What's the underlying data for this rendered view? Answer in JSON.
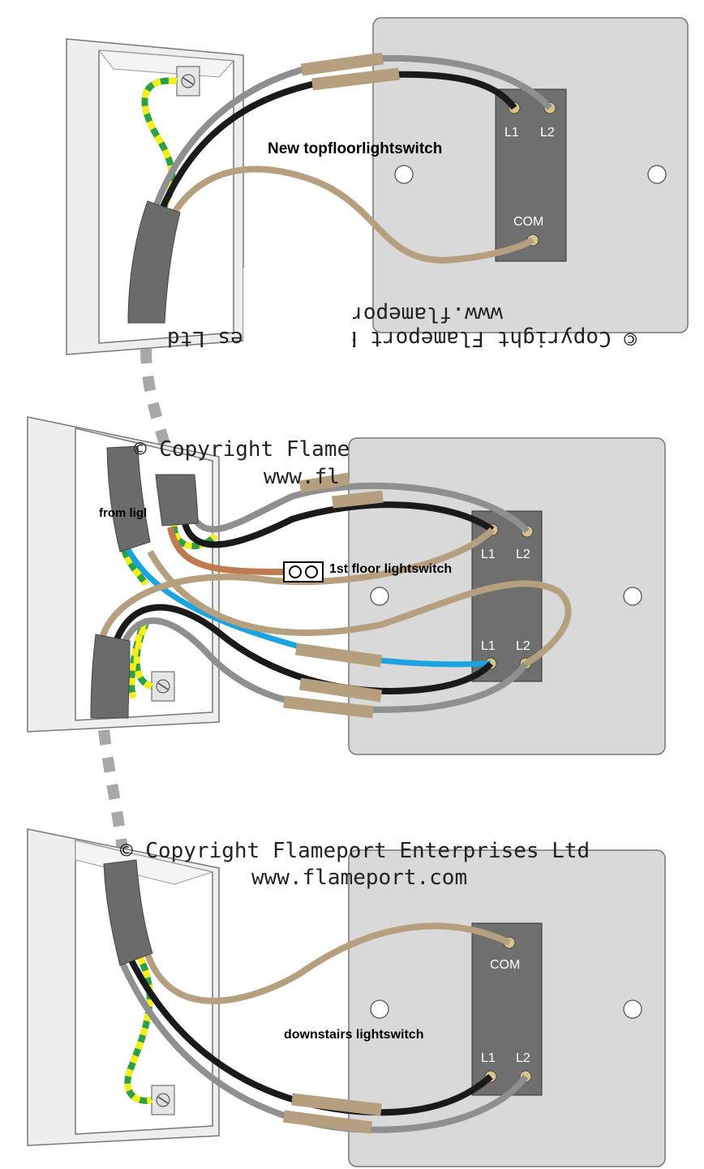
{
  "labels": {
    "top_switch": "New topfloorlightswitch",
    "first_switch": "1st floor lightswitch",
    "downstairs_switch": "downstairs lightswitch",
    "from_light": "from ligl",
    "l1": "L1",
    "l2": "L2",
    "com": "COM"
  },
  "watermark": {
    "top_line1": "© Copyright Flameport Enterprises Ltd",
    "top_line2": "www.flameport.com",
    "mid_line1": "© Copyright Flame",
    "mid_line2": "www.fl",
    "bottom_line1": "© Copyright Flameport Enterprises Ltd",
    "bottom_line2": "www.flameport.com"
  },
  "colors": {
    "sleeving": "#b59f7e",
    "earth_green": "#2e9e47",
    "earth_yellow": "#f4ee1a",
    "live_brown": "#c07a4f",
    "neutral_blue": "#1aa3df",
    "black_core": "#1a1a1a",
    "grey_core": "#8f8f8f",
    "cable_sheath": "#6b6b6b",
    "plate": "#d9d9d9",
    "mech": "#6f6f6f"
  }
}
